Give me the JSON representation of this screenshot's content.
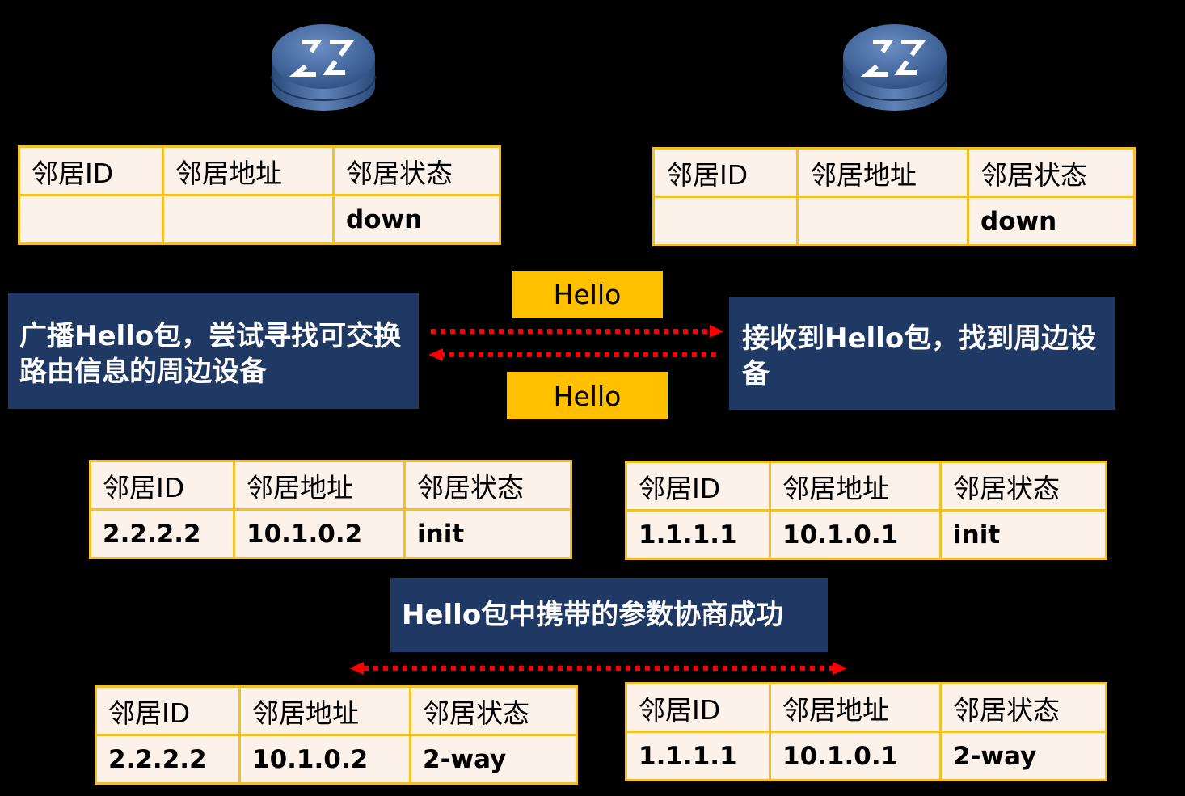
{
  "routers": [
    {
      "name": "router-left",
      "icon": "router-icon"
    },
    {
      "name": "router-right",
      "icon": "router-icon"
    }
  ],
  "table_headers": [
    "邻居ID",
    "邻居地址",
    "邻居状态"
  ],
  "tables": {
    "left_down": [
      "",
      "",
      "down"
    ],
    "right_down": [
      "",
      "",
      "down"
    ],
    "left_init": [
      "2.2.2.2",
      "10.1.0.2",
      "init"
    ],
    "right_init": [
      "1.1.1.1",
      "10.1.0.1",
      "init"
    ],
    "left_2way": [
      "2.2.2.2",
      "10.1.0.2",
      "2-way"
    ],
    "right_2way": [
      "1.1.1.1",
      "10.1.0.1",
      "2-way"
    ]
  },
  "notes": {
    "left": "广播Hello包，尝试寻找可交换路由信息的周边设备",
    "right": "接收到Hello包，找到周边设备",
    "center": "Hello包中携带的参数协商成功"
  },
  "packets": {
    "top": "Hello",
    "bottom": "Hello"
  },
  "colors": {
    "table_border": "#f5c026",
    "table_fill": "#fdf2e9",
    "note_fill": "#1f3864",
    "packet_fill": "#ffc000",
    "arrow": "#ff0000"
  }
}
